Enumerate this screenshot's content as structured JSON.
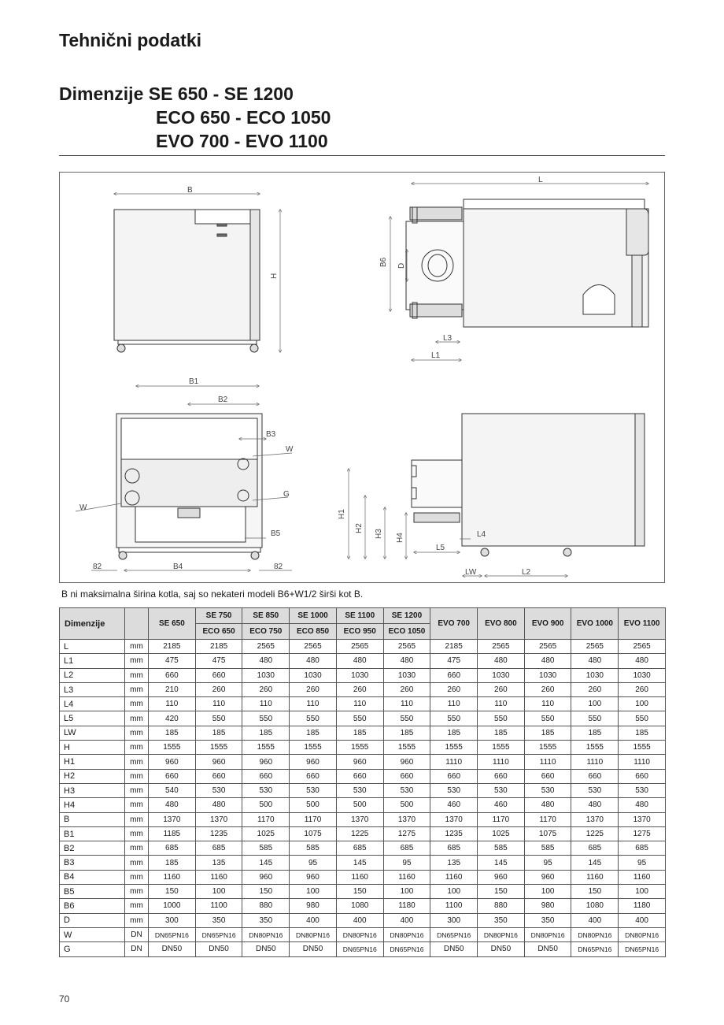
{
  "page": {
    "title": "Tehnični podatki",
    "heading_lines": [
      "Dimenzije SE 650 - SE 1200",
      "ECO 650 - ECO 1050",
      "EVO 700 - EVO 1100"
    ],
    "note": "B ni maksimalna širina kotla, saj so nekateri modeli B6+W1/2 širši kot B.",
    "page_number": "70"
  },
  "drawing_labels": {
    "B": "B",
    "H": "H",
    "L": "L",
    "B6": "B6",
    "D": "D",
    "L3": "L3",
    "L1": "L1",
    "B1": "B1",
    "B2": "B2",
    "B3": "B3",
    "W": "W",
    "G": "G",
    "B5": "B5",
    "B4": "B4",
    "n82": "82",
    "H1": "H1",
    "H2": "H2",
    "H3": "H3",
    "H4": "H4",
    "L4": "L4",
    "L5": "L5",
    "LW": "LW",
    "L2": "L2"
  },
  "table": {
    "header_label": "Dimenzije",
    "col_top": [
      "SE 650",
      "SE 750",
      "SE 850",
      "SE 1000",
      "SE 1100",
      "SE 1200",
      "EVO 700",
      "EVO 800",
      "EVO 900",
      "EVO 1000",
      "EVO 1100"
    ],
    "col_sub": [
      "ECO 650",
      "ECO 750",
      "ECO 850",
      "ECO 950",
      "ECO 1050"
    ],
    "rows": [
      {
        "name": "L",
        "unit": "mm",
        "v": [
          "2185",
          "2185",
          "2565",
          "2565",
          "2565",
          "2565",
          "2185",
          "2565",
          "2565",
          "2565",
          "2565"
        ]
      },
      {
        "name": "L1",
        "unit": "mm",
        "v": [
          "475",
          "475",
          "480",
          "480",
          "480",
          "480",
          "475",
          "480",
          "480",
          "480",
          "480"
        ]
      },
      {
        "name": "L2",
        "unit": "mm",
        "v": [
          "660",
          "660",
          "1030",
          "1030",
          "1030",
          "1030",
          "660",
          "1030",
          "1030",
          "1030",
          "1030"
        ]
      },
      {
        "name": "L3",
        "unit": "mm",
        "v": [
          "210",
          "260",
          "260",
          "260",
          "260",
          "260",
          "260",
          "260",
          "260",
          "260",
          "260"
        ]
      },
      {
        "name": "L4",
        "unit": "mm",
        "v": [
          "110",
          "110",
          "110",
          "110",
          "110",
          "110",
          "110",
          "110",
          "110",
          "100",
          "100"
        ]
      },
      {
        "name": "L5",
        "unit": "mm",
        "v": [
          "420",
          "550",
          "550",
          "550",
          "550",
          "550",
          "550",
          "550",
          "550",
          "550",
          "550"
        ]
      },
      {
        "name": "LW",
        "unit": "mm",
        "v": [
          "185",
          "185",
          "185",
          "185",
          "185",
          "185",
          "185",
          "185",
          "185",
          "185",
          "185"
        ]
      },
      {
        "name": "H",
        "unit": "mm",
        "v": [
          "1555",
          "1555",
          "1555",
          "1555",
          "1555",
          "1555",
          "1555",
          "1555",
          "1555",
          "1555",
          "1555"
        ]
      },
      {
        "name": "H1",
        "unit": "mm",
        "v": [
          "960",
          "960",
          "960",
          "960",
          "960",
          "960",
          "1110",
          "1110",
          "1110",
          "1110",
          "1110"
        ]
      },
      {
        "name": "H2",
        "unit": "mm",
        "v": [
          "660",
          "660",
          "660",
          "660",
          "660",
          "660",
          "660",
          "660",
          "660",
          "660",
          "660"
        ]
      },
      {
        "name": "H3",
        "unit": "mm",
        "v": [
          "540",
          "530",
          "530",
          "530",
          "530",
          "530",
          "530",
          "530",
          "530",
          "530",
          "530"
        ]
      },
      {
        "name": "H4",
        "unit": "mm",
        "v": [
          "480",
          "480",
          "500",
          "500",
          "500",
          "500",
          "460",
          "460",
          "480",
          "480",
          "480"
        ]
      },
      {
        "name": "B",
        "unit": "mm",
        "v": [
          "1370",
          "1370",
          "1170",
          "1170",
          "1370",
          "1370",
          "1370",
          "1170",
          "1170",
          "1370",
          "1370"
        ]
      },
      {
        "name": "B1",
        "unit": "mm",
        "v": [
          "1185",
          "1235",
          "1025",
          "1075",
          "1225",
          "1275",
          "1235",
          "1025",
          "1075",
          "1225",
          "1275"
        ]
      },
      {
        "name": "B2",
        "unit": "mm",
        "v": [
          "685",
          "685",
          "585",
          "585",
          "685",
          "685",
          "685",
          "585",
          "585",
          "685",
          "685"
        ]
      },
      {
        "name": "B3",
        "unit": "mm",
        "v": [
          "185",
          "135",
          "145",
          "95",
          "145",
          "95",
          "135",
          "145",
          "95",
          "145",
          "95"
        ]
      },
      {
        "name": "B4",
        "unit": "mm",
        "v": [
          "1160",
          "1160",
          "960",
          "960",
          "1160",
          "1160",
          "1160",
          "960",
          "960",
          "1160",
          "1160"
        ]
      },
      {
        "name": "B5",
        "unit": "mm",
        "v": [
          "150",
          "100",
          "150",
          "100",
          "150",
          "100",
          "100",
          "150",
          "100",
          "150",
          "100"
        ]
      },
      {
        "name": "B6",
        "unit": "mm",
        "v": [
          "1000",
          "1100",
          "880",
          "980",
          "1080",
          "1180",
          "1100",
          "880",
          "980",
          "1080",
          "1180"
        ]
      },
      {
        "name": "D",
        "unit": "mm",
        "v": [
          "300",
          "350",
          "350",
          "400",
          "400",
          "400",
          "300",
          "350",
          "350",
          "400",
          "400"
        ]
      },
      {
        "name": "W",
        "unit": "DN",
        "v": [
          "DN65PN16",
          "DN65PN16",
          "DN80PN16",
          "DN80PN16",
          "DN80PN16",
          "DN80PN16",
          "DN65PN16",
          "DN80PN16",
          "DN80PN16",
          "DN80PN16",
          "DN80PN16"
        ]
      },
      {
        "name": "G",
        "unit": "DN",
        "v": [
          "DN50",
          "DN50",
          "DN50",
          "DN50",
          "DN65PN16",
          "DN65PN16",
          "DN50",
          "DN50",
          "DN50",
          "DN65PN16",
          "DN65PN16"
        ]
      }
    ]
  }
}
